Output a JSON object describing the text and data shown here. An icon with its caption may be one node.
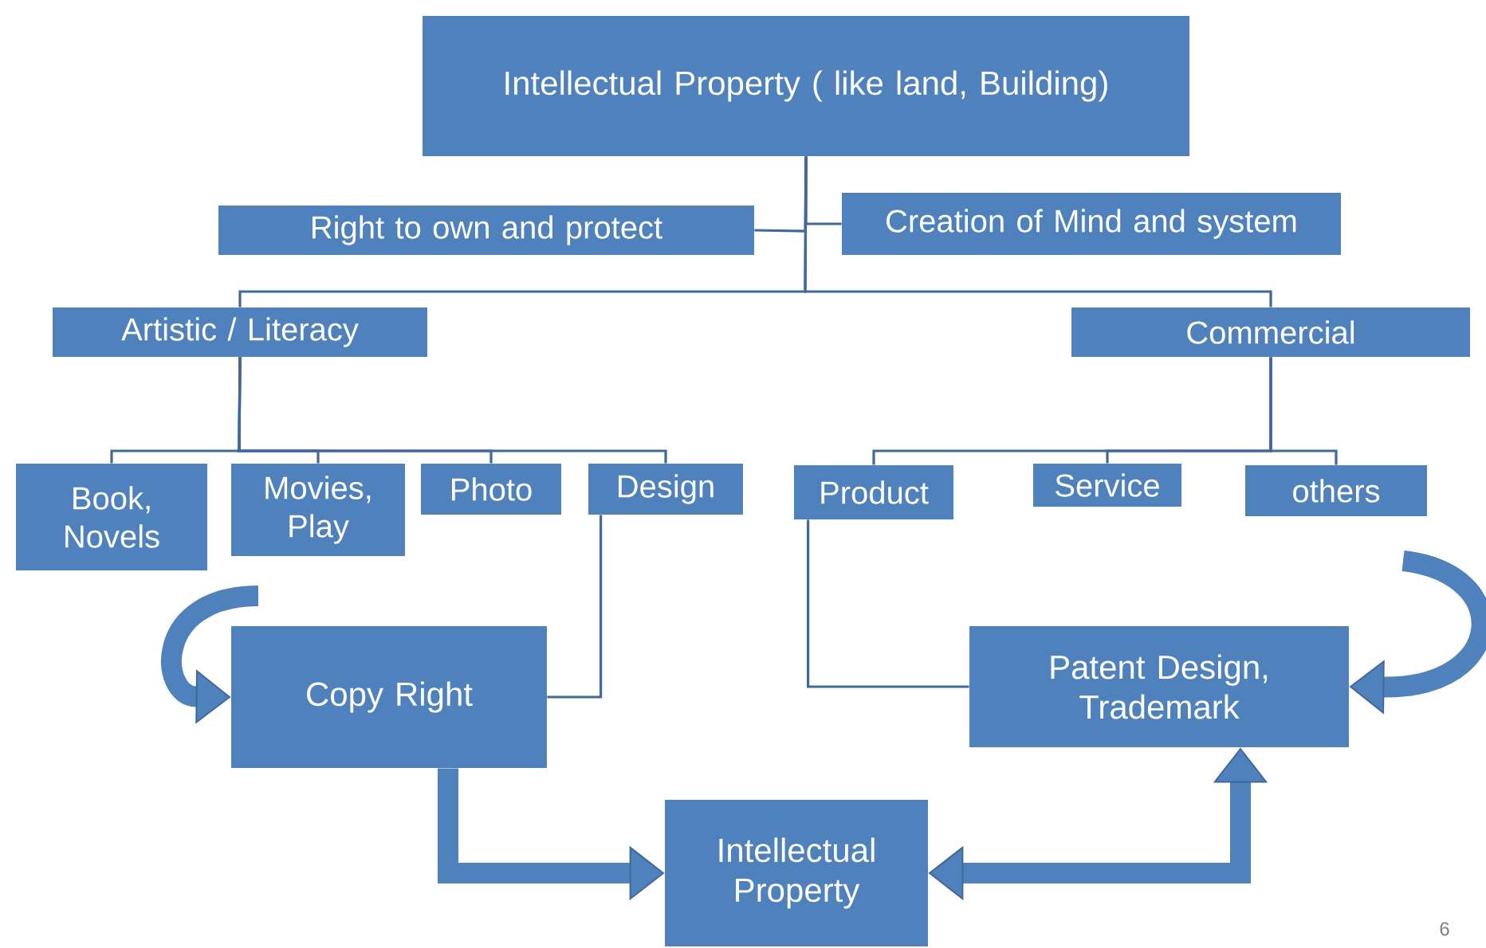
{
  "diagram": {
    "nodes": [
      {
        "text": [
          "Intellectual Property ( like land, Building)"
        ]
      },
      {
        "text": [
          "Right to own and protect"
        ]
      },
      {
        "text": [
          "Creation of Mind and system"
        ]
      },
      {
        "text": [
          "Artistic / Literacy"
        ]
      },
      {
        "text": [
          "Commercial"
        ]
      },
      {
        "text": [
          "Book, Novels"
        ]
      },
      {
        "text": [
          "Movies, Play"
        ]
      },
      {
        "text": [
          "Photo"
        ]
      },
      {
        "text": [
          "Design"
        ]
      },
      {
        "text": [
          "Product"
        ]
      },
      {
        "text": [
          "Service"
        ]
      },
      {
        "text": [
          "others"
        ]
      },
      {
        "text": [
          "Copy Right"
        ]
      },
      {
        "text": [
          "Patent Design, Trademark"
        ]
      },
      {
        "text": [
          "Intellectual Property"
        ]
      }
    ],
    "edges": [
      {
        "from": 0,
        "to": 1,
        "arrow": "none"
      },
      {
        "from": 0,
        "to": 2,
        "arrow": "none"
      },
      {
        "from": 0,
        "to": 3,
        "arrow": "none"
      },
      {
        "from": 0,
        "to": 4,
        "arrow": "none"
      },
      {
        "from": 3,
        "to": 5,
        "arrow": "none"
      },
      {
        "from": 3,
        "to": 6,
        "arrow": "none"
      },
      {
        "from": 3,
        "to": 7,
        "arrow": "none"
      },
      {
        "from": 3,
        "to": 8,
        "arrow": "none"
      },
      {
        "from": 4,
        "to": 9,
        "arrow": "none"
      },
      {
        "from": 4,
        "to": 10,
        "arrow": "none"
      },
      {
        "from": 4,
        "to": 11,
        "arrow": "none"
      },
      {
        "from": 8,
        "to": 12,
        "arrow": "none"
      },
      {
        "from": 9,
        "to": 13,
        "arrow": "none"
      },
      {
        "from": null,
        "to": 12,
        "arrow": "to",
        "style": "thick"
      },
      {
        "from": null,
        "to": 13,
        "arrow": "to",
        "style": "thick"
      },
      {
        "from": 12,
        "to": 14,
        "arrow": "to",
        "style": "thick"
      },
      {
        "from": 14,
        "to": 13,
        "arrow": "both",
        "style": "thick"
      }
    ],
    "labels": [
      "6"
    ]
  }
}
